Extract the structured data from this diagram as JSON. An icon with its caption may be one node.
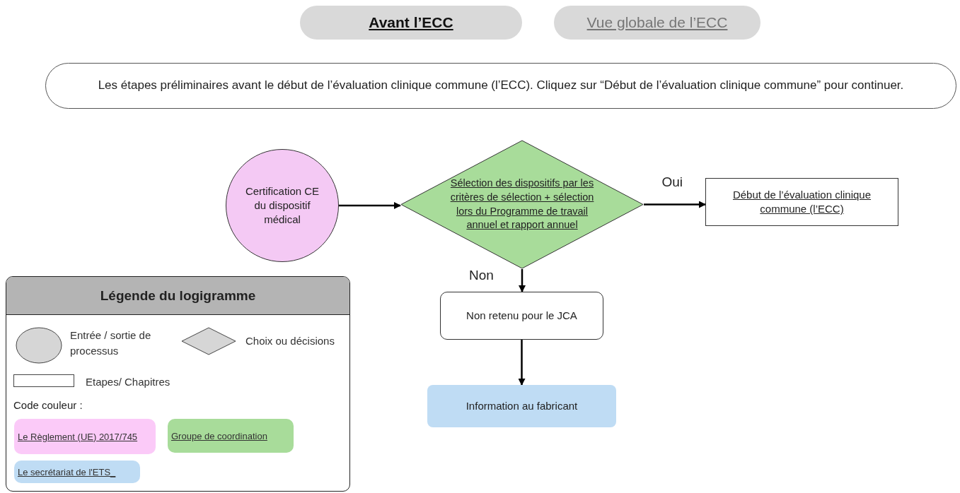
{
  "diagram": {
    "nodes": [
      {
        "text": [
          "Avant l’ECC"
        ]
      },
      {
        "text": [
          "Vue globale de l’ECC"
        ]
      },
      {
        "text": [
          "Les étapes préliminaires avant le début de l’évaluation clinique commune (l’ECC). Cliquez sur “Début de l’évaluation clinique commune” pour continuer."
        ]
      },
      {
        "text": [
          "Certification CE du dispositif médical"
        ]
      },
      {
        "text": [
          "Sélection des dispositifs par les critères de sélection + sélection lors du Programme de travail annuel et rapport annuel"
        ]
      },
      {
        "text": [
          "Début de l’évaluation clinique commune (l’ECC)"
        ]
      },
      {
        "text": [
          "Non retenu pour le JCA"
        ]
      },
      {
        "text": [
          "Information au fabricant"
        ]
      },
      {
        "text": [
          "Légende du logigramme"
        ]
      }
    ],
    "edges": [
      {
        "from": 3,
        "to": 4,
        "arrow": "to"
      },
      {
        "from": 4,
        "to": 5,
        "arrow": "to",
        "label": "Oui"
      },
      {
        "from": 4,
        "to": 6,
        "arrow": "to",
        "label": "Non"
      },
      {
        "from": 6,
        "to": 7,
        "arrow": "to"
      }
    ],
    "labels": [
      "Code couleur :"
    ],
    "legend": [
      {
        "text": "Entrée / sortie de processus"
      },
      {
        "text": "Choix ou décisions"
      },
      {
        "text": "Etapes/ Chapitres"
      },
      {
        "text": "Le Règlement (UE) 2017/745",
        "color": "#fbcaf8"
      },
      {
        "text": "Groupe de coordination",
        "color": "#a8dc9a"
      },
      {
        "text": "Le secrétariat de l'ETS_",
        "color": "#bfdcf4"
      }
    ]
  }
}
